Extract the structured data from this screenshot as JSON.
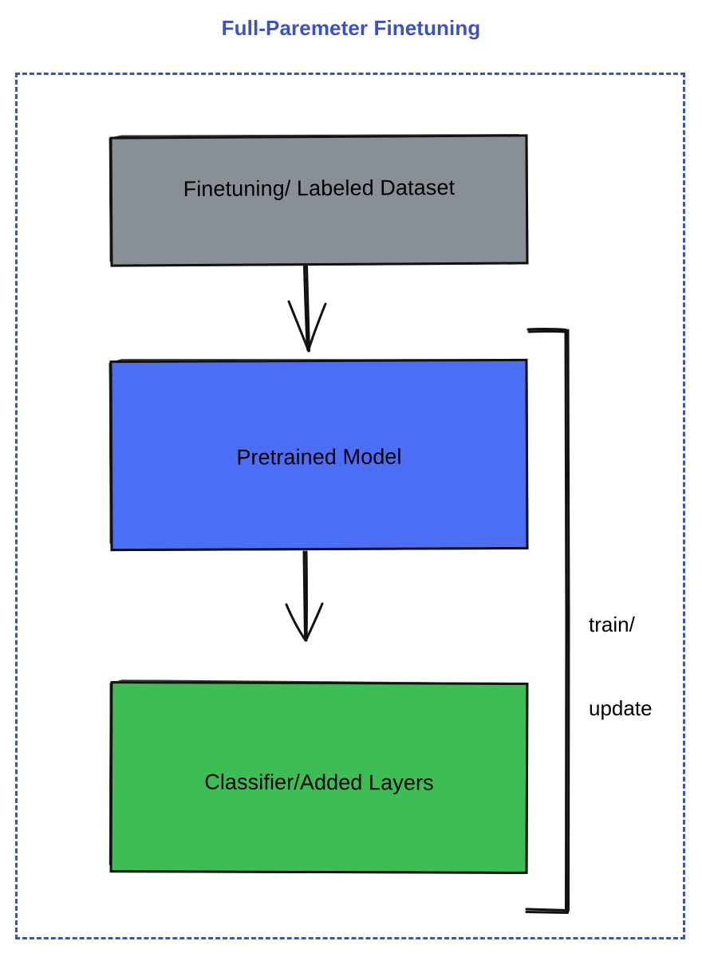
{
  "diagram": {
    "title": "Full-Paremeter Finetuning",
    "title_color": "#3b52c4",
    "frame": {
      "style": "dashed",
      "color": "#3b52c4"
    },
    "nodes": [
      {
        "id": "dataset",
        "label": "Finetuning/ Labeled Dataset",
        "fill": "#888f96",
        "stroke": "#111111",
        "text_color": "#000000"
      },
      {
        "id": "pretrained",
        "label": "Pretrained Model",
        "fill": "#4c6ef5",
        "stroke": "#111111",
        "text_color": "#000000"
      },
      {
        "id": "classifier",
        "label": "Classifier/Added Layers",
        "fill": "#3dbe54",
        "stroke": "#111111",
        "text_color": "#000000"
      }
    ],
    "connectors": [
      {
        "id": "dataset-to-pretrained",
        "label": "",
        "from": "dataset",
        "to": "pretrained",
        "style": "arrow-down"
      },
      {
        "id": "pretrained-to-classifier",
        "label": "",
        "from": "pretrained",
        "to": "classifier",
        "style": "arrow-down"
      },
      {
        "id": "feedback-loop",
        "label_line1": "train/",
        "label_line2": "update",
        "from": "classifier",
        "to": "pretrained",
        "style": "bracket-loop"
      }
    ]
  }
}
